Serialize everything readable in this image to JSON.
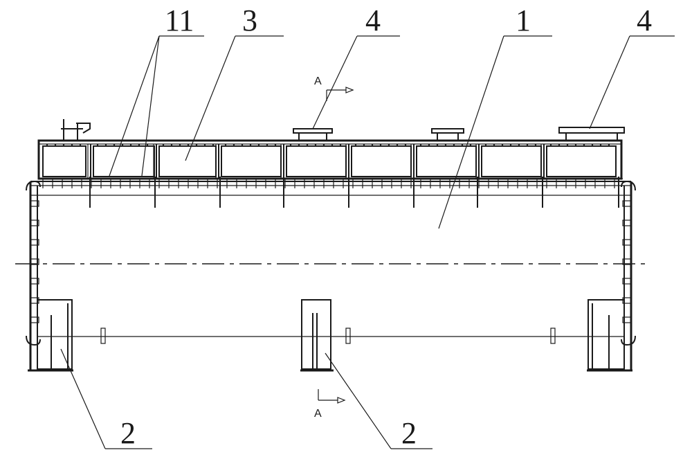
{
  "callouts": {
    "label_11": "11",
    "label_3": "3",
    "label_4a": "4",
    "label_1": "1",
    "label_4b": "4",
    "label_2a": "2",
    "label_2b": "2"
  },
  "section_marks": {
    "top": "A",
    "bottom": "A"
  }
}
